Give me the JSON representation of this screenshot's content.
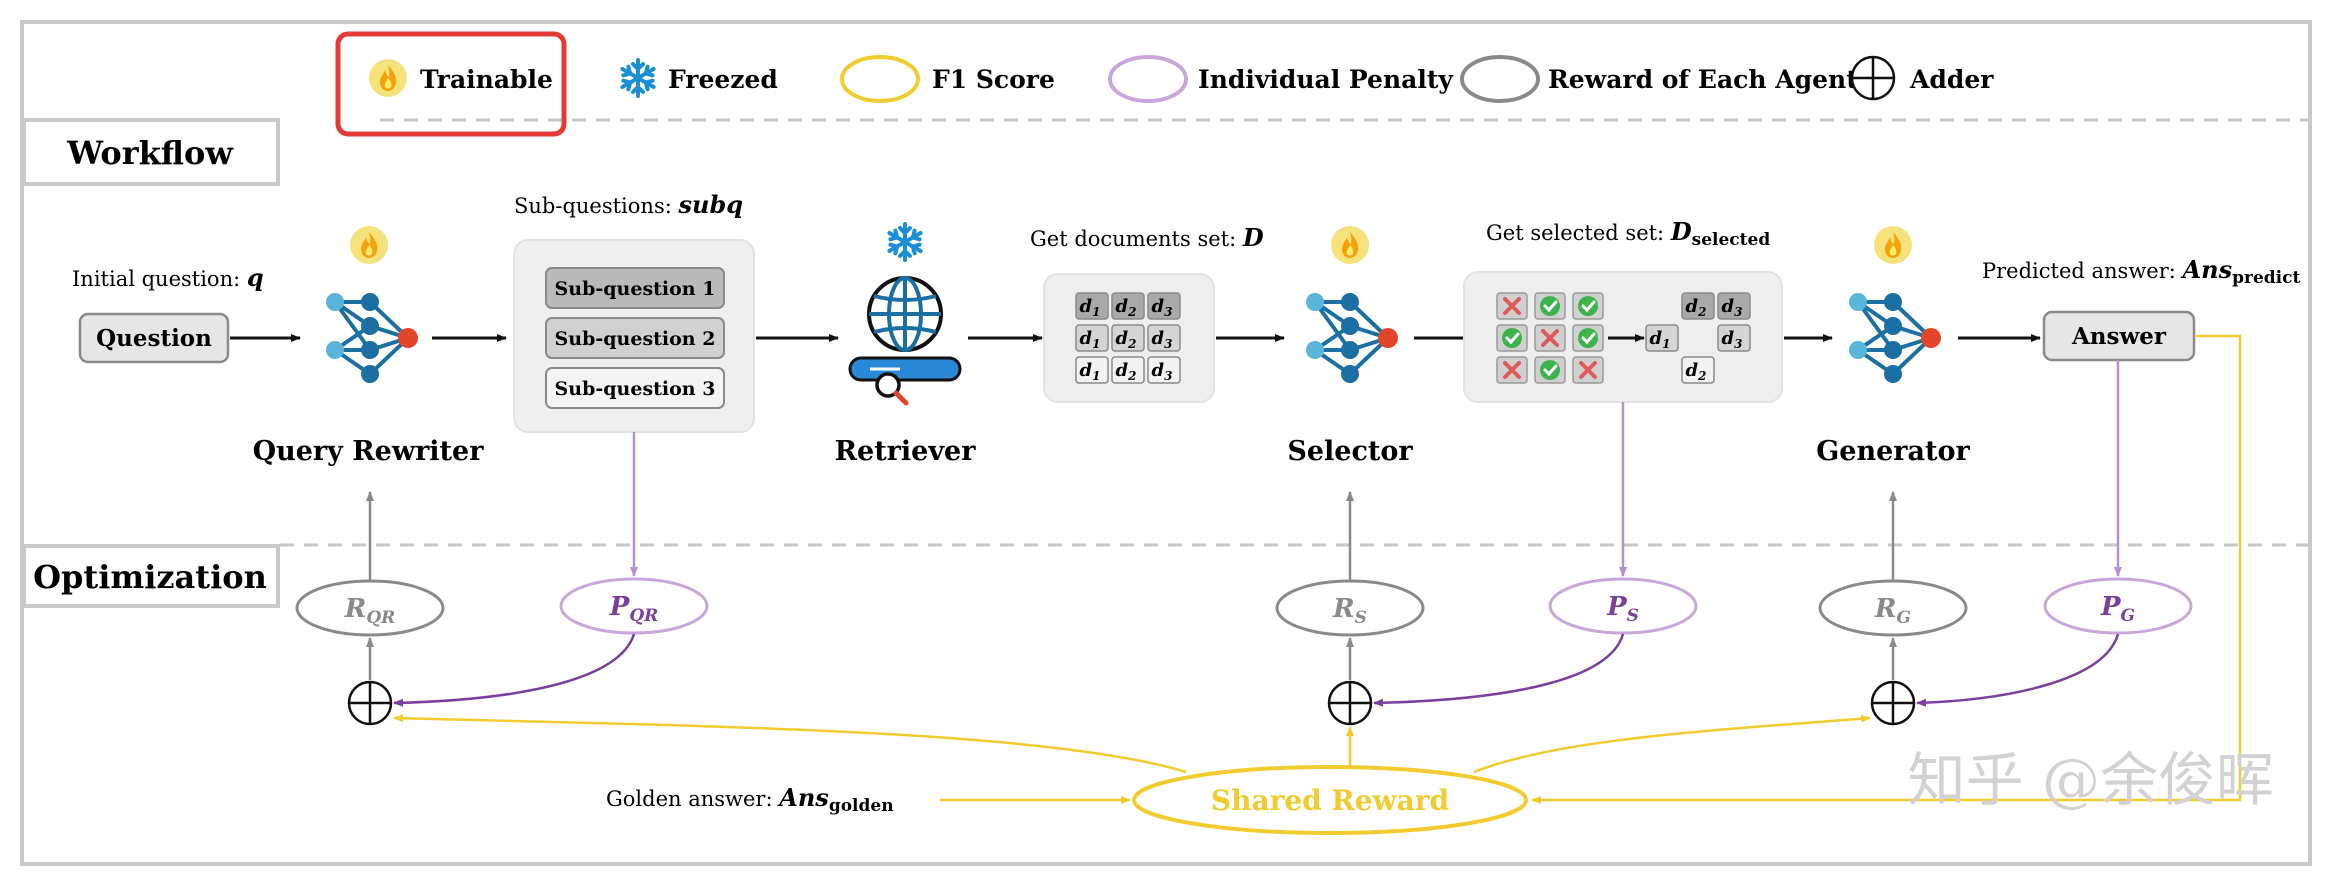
{
  "legend": {
    "trainable": "Trainable",
    "freezed": "Freezed",
    "f1": "F1 Score",
    "penalty": "Individual Penalty",
    "reward": "Reward of Each Agent",
    "adder": "Adder"
  },
  "sections": {
    "workflow": "Workflow",
    "optimization": "Optimization"
  },
  "workflow": {
    "initial_label": "Initial question:",
    "initial_var": "q",
    "question_box": "Question",
    "query_rewriter": "Query Rewriter",
    "subq_label": "Sub-questions:",
    "subq_var": "subq",
    "subq_items": [
      "Sub-question 1",
      "Sub-question 2",
      "Sub-question 3"
    ],
    "retriever": "Retriever",
    "docs_label": "Get documents set:",
    "docs_var": "D",
    "selector": "Selector",
    "selected_label": "Get selected set:",
    "selected_var": "D",
    "selected_sub": "selected",
    "generator": "Generator",
    "pred_label": "Predicted answer:",
    "pred_var": "Ans",
    "pred_sub": "predict",
    "answer_box": "Answer",
    "doc_letter": "d",
    "doc_grid": [
      [
        "1",
        "2",
        "3"
      ],
      [
        "1",
        "2",
        "3"
      ],
      [
        "1",
        "2",
        "3"
      ]
    ],
    "selected_grid": [
      [
        "2",
        "3"
      ],
      [
        "1",
        "",
        "3"
      ],
      [
        "2"
      ]
    ]
  },
  "optimization": {
    "r_qr": "R",
    "r_qr_sub": "QR",
    "p_qr": "P",
    "p_qr_sub": "QR",
    "r_s": "R",
    "r_s_sub": "S",
    "p_s": "P",
    "p_s_sub": "S",
    "r_g": "R",
    "r_g_sub": "G",
    "p_g": "P",
    "p_g_sub": "G",
    "golden_label": "Golden answer:",
    "golden_var": "Ans",
    "golden_sub": "golden",
    "shared_reward": "Shared Reward"
  },
  "watermark": "知乎 @余俊晖",
  "colors": {
    "trainable_highlight": "#e53935",
    "f1_gold": "#f2cc2e",
    "penalty_purple": "#7b3fa0",
    "penalty_light": "#c9a6dc",
    "reward_gray": "#8a8a8a",
    "node_dark": "#1b6fa3",
    "node_light": "#5ab5db",
    "node_red": "#e2452a",
    "snowflake": "#1a8fd6",
    "flame_bg": "#f6e27a",
    "check_green": "#3cb44b",
    "cross_red": "#e05a5a"
  }
}
